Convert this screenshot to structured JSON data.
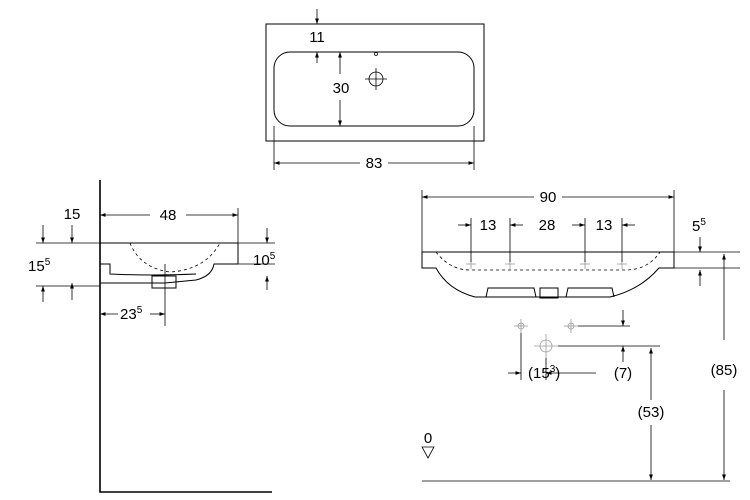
{
  "top_view": {
    "dim_rim": "11",
    "dim_depth": "30",
    "dim_width": "83"
  },
  "side_view": {
    "dim_top": "15",
    "dim_projection": "48",
    "dim_height_main": "15",
    "dim_height_main_sup": "5",
    "dim_rim_right_main": "10",
    "dim_rim_right_sup": "5",
    "dim_waste_main": "23",
    "dim_waste_sup": "5"
  },
  "front_view": {
    "dim_width": "90",
    "dim_a": "13",
    "dim_b": "28",
    "dim_c": "13",
    "dim_rim_main": "5",
    "dim_rim_sup": "5",
    "dim_total_height": "(85)",
    "dim_waste_offset_main": "(15",
    "dim_waste_offset_sup": "3",
    "dim_waste_offset_close": ")",
    "dim_drop": "(7)",
    "dim_waste_height": "(53)",
    "floor_level": "0"
  }
}
